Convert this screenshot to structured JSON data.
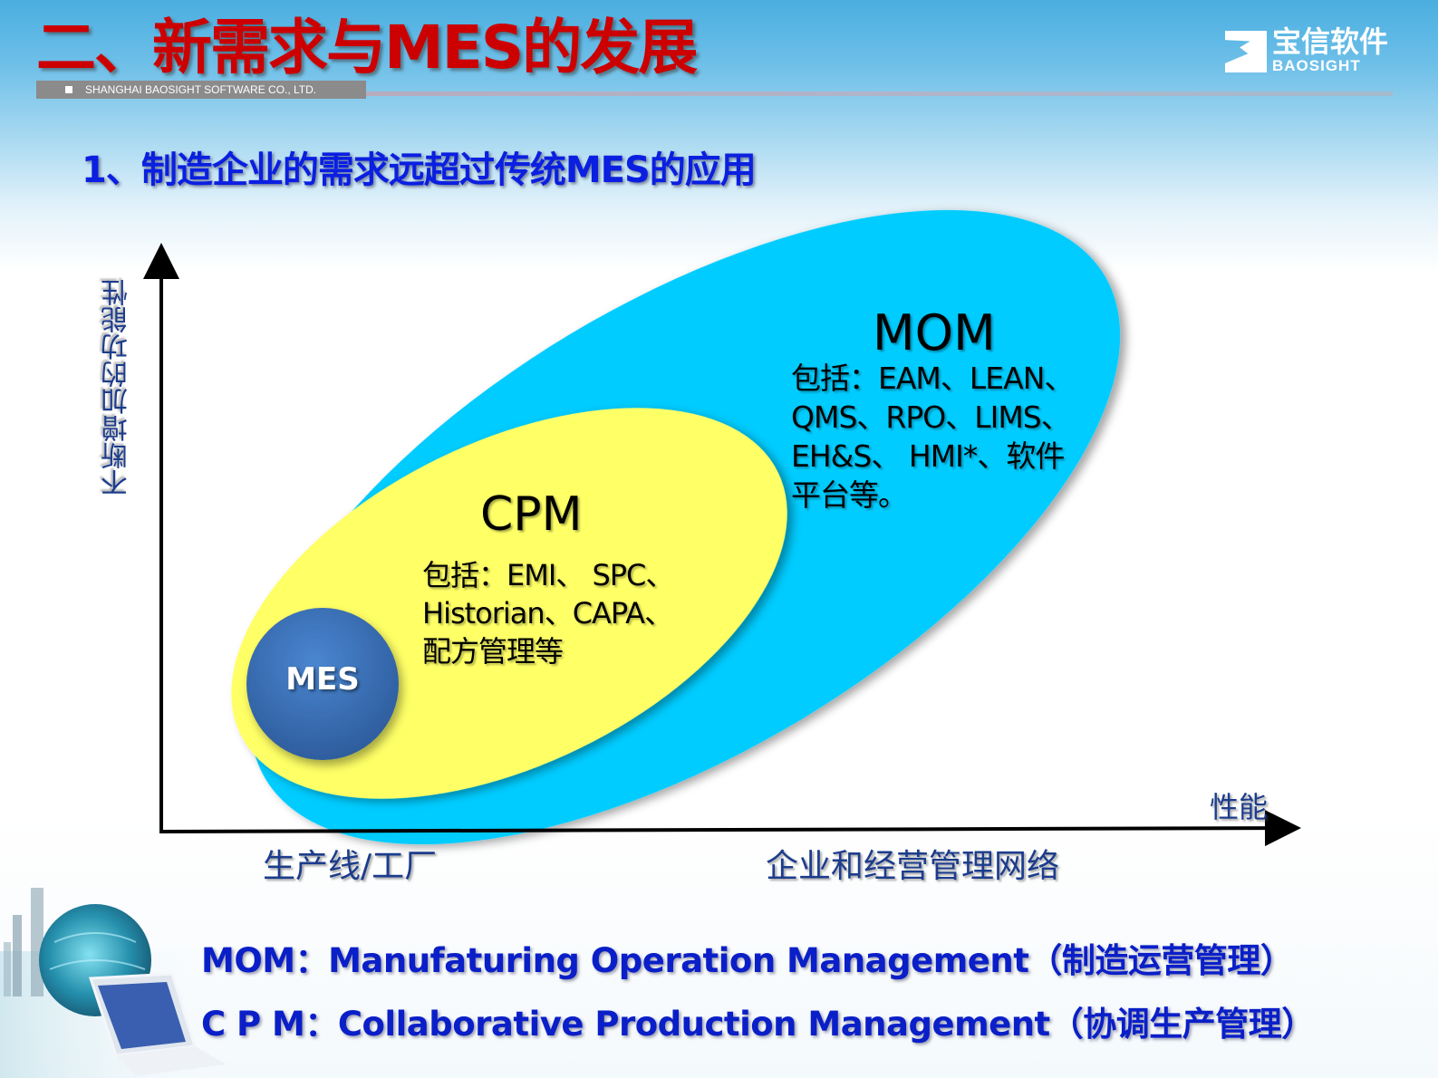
{
  "header": {
    "title": "二、新需求与MES的发展",
    "company_name": "SHANGHAI BAOSIGHT SOFTWARE CO., LTD.",
    "logo": {
      "cn": "宝信软件",
      "en": "BAOSIGHT"
    }
  },
  "subtitle": "1、制造企业的需求远超过传统MES的应用",
  "diagram": {
    "y_axis_label": "不断增加的功能性",
    "x_axis_title": "性能",
    "x_axis_left_label": "生产线/工厂",
    "x_axis_right_label": "企业和经营管理网络",
    "colors": {
      "mom_fill": "#00ccff",
      "cpm_fill": "#ffff66",
      "mes_fill": "#3a6fb5",
      "axis": "#000000"
    },
    "mom": {
      "title": "MOM",
      "desc_lines": [
        "包括：EAM、LEAN、",
        "QMS、RPO、LIMS、",
        "EH&S、 HMI*、软件",
        "平台等。"
      ]
    },
    "cpm": {
      "title": "CPM",
      "desc_lines": [
        "包括：EMI、 SPC、",
        "Historian、CAPA、",
        "配方管理等"
      ]
    },
    "mes": {
      "title": "MES"
    }
  },
  "definitions": {
    "mom": "MOM：Manufaturing Operation Management（制造运营管理）",
    "cpm": "C P M：Collaborative Production Management（协调生产管理）"
  }
}
